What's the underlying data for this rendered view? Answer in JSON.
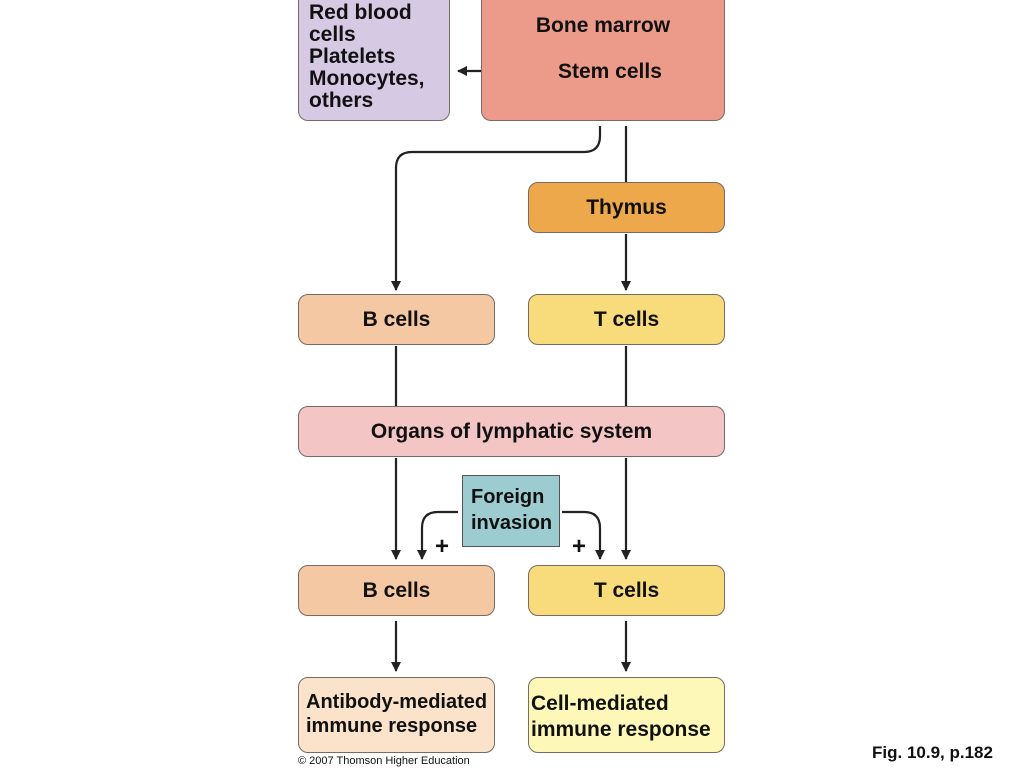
{
  "nodes": {
    "rbc": "Red blood cells Platelets Monocytes, others",
    "rbc_lines": [
      "Red blood",
      "cells",
      "Platelets",
      "Monocytes,",
      "others"
    ],
    "bone_marrow": "Bone marrow",
    "stem_cells": "Stem cells",
    "thymus": "Thymus",
    "b_cells_1": "B cells",
    "t_cells_1": "T cells",
    "lymphatic": "Organs of lymphatic system",
    "foreign_lines": [
      "Foreign",
      "invasion"
    ],
    "b_cells_2": "B cells",
    "t_cells_2": "T cells",
    "antibody_lines": [
      "Antibody-mediated",
      "immune response"
    ],
    "cell_mediated_lines": [
      "Cell-mediated",
      "immune response"
    ]
  },
  "plus_sign": "+",
  "credit": "© 2007 Thomson Higher Education",
  "figure_ref": "Fig. 10.9, p.182",
  "colors": {
    "rbc_box": "#d5c9e4",
    "bone_marrow_box": "#ec9a8a",
    "thymus_box": "#eda84c",
    "b_cells_box": "#f3c8a2",
    "t_cells_box": "#f8db7a",
    "lymphatic_box": "#f3c5c5",
    "foreign_box": "#9ccbd0",
    "antibody_box": "#fbe3cb",
    "cell_mediated_box": "#fdf8b8",
    "arrow": "#222222"
  }
}
